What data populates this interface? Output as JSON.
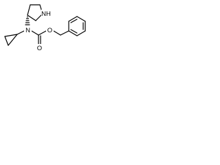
{
  "molecule": {
    "atoms": {
      "pyrrolidine_nh": "NH",
      "carbamate_n": "N",
      "carbonyl_o": "O",
      "ester_o": "O"
    }
  },
  "colors": {
    "bond": "#000000",
    "background": "#ffffff"
  }
}
